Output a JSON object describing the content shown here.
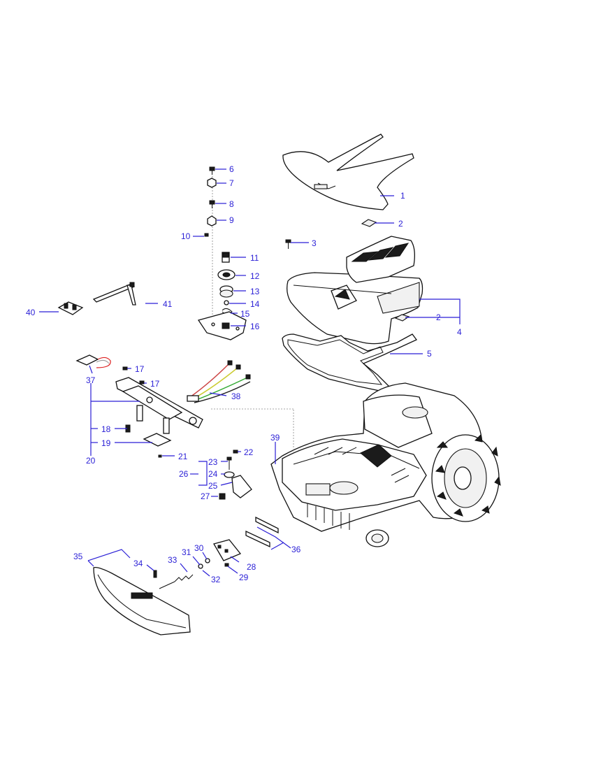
{
  "callouts": [
    {
      "id": "c1",
      "text": "1"
    },
    {
      "id": "c2a",
      "text": "2"
    },
    {
      "id": "c2b",
      "text": "2"
    },
    {
      "id": "c3",
      "text": "3"
    },
    {
      "id": "c4",
      "text": "4"
    },
    {
      "id": "c5",
      "text": "5"
    },
    {
      "id": "c6",
      "text": "6"
    },
    {
      "id": "c7",
      "text": "7"
    },
    {
      "id": "c8",
      "text": "8"
    },
    {
      "id": "c9",
      "text": "9"
    },
    {
      "id": "c10",
      "text": "10"
    },
    {
      "id": "c11",
      "text": "11"
    },
    {
      "id": "c12",
      "text": "12"
    },
    {
      "id": "c13",
      "text": "13"
    },
    {
      "id": "c14",
      "text": "14"
    },
    {
      "id": "c15",
      "text": "15"
    },
    {
      "id": "c16",
      "text": "16"
    },
    {
      "id": "c17a",
      "text": "17"
    },
    {
      "id": "c17b",
      "text": "17"
    },
    {
      "id": "c18",
      "text": "18"
    },
    {
      "id": "c19",
      "text": "19"
    },
    {
      "id": "c20",
      "text": "20"
    },
    {
      "id": "c21",
      "text": "21"
    },
    {
      "id": "c22",
      "text": "22"
    },
    {
      "id": "c23",
      "text": "23"
    },
    {
      "id": "c24",
      "text": "24"
    },
    {
      "id": "c25",
      "text": "25"
    },
    {
      "id": "c26",
      "text": "26"
    },
    {
      "id": "c27",
      "text": "27"
    },
    {
      "id": "c28",
      "text": "28"
    },
    {
      "id": "c29",
      "text": "29"
    },
    {
      "id": "c30",
      "text": "30"
    },
    {
      "id": "c31",
      "text": "31"
    },
    {
      "id": "c32",
      "text": "32"
    },
    {
      "id": "c33",
      "text": "33"
    },
    {
      "id": "c34",
      "text": "34"
    },
    {
      "id": "c35",
      "text": "35"
    },
    {
      "id": "c36",
      "text": "36"
    },
    {
      "id": "c37",
      "text": "37"
    },
    {
      "id": "c38",
      "text": "38"
    },
    {
      "id": "c39",
      "text": "39"
    },
    {
      "id": "c40",
      "text": "40"
    },
    {
      "id": "c41",
      "text": "41"
    }
  ],
  "colors": {
    "callout": "#2a1fd6",
    "linework": "#111111"
  }
}
